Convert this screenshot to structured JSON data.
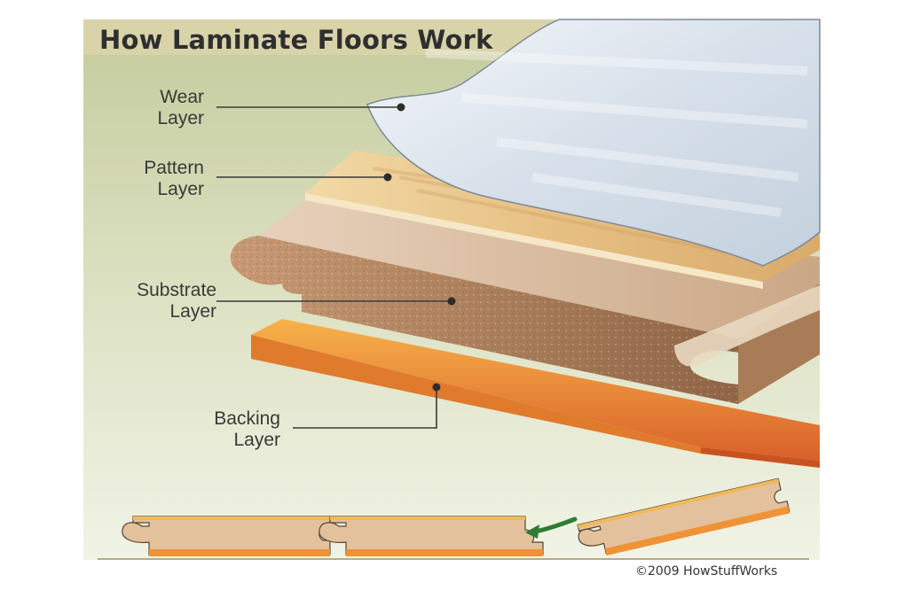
{
  "title": "How Laminate Floors Work",
  "labels": {
    "wear": [
      "Wear",
      "Layer"
    ],
    "pattern": [
      "Pattern",
      "Layer"
    ],
    "substrate": [
      "Substrate",
      "Layer"
    ],
    "backing": [
      "Backing",
      "Layer"
    ]
  },
  "copyright": "©2009 HowStuffWorks",
  "colors": {
    "background_top": "#c9cfa4",
    "background_bottom": "#eef1e2",
    "title_band": "#d8d2a8",
    "wear_layer": "#dfe6ee",
    "pattern_layer": "#e8c48a",
    "substrate_layer": "#b88c66",
    "backing_layer": "#f29a3a",
    "arrow": "#2e7d32"
  }
}
